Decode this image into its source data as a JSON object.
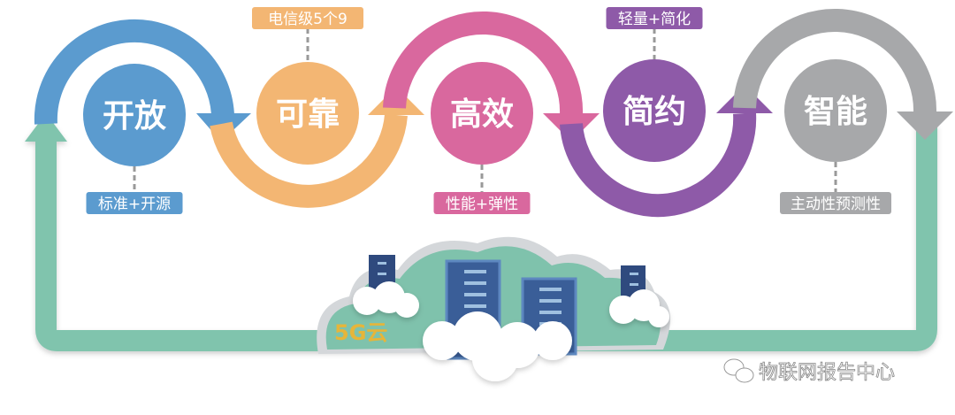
{
  "nodes": [
    {
      "title": "开放",
      "tag": "标准+开源",
      "color": "#5b9bcf",
      "tag_position": "below"
    },
    {
      "title": "可靠",
      "tag": "电信级5个9",
      "color": "#f3b673",
      "tag_position": "above"
    },
    {
      "title": "高效",
      "tag": "性能+弹性",
      "color": "#d9689e",
      "tag_position": "below"
    },
    {
      "title": "简约",
      "tag": "轻量+简化",
      "color": "#8e5aa8",
      "tag_position": "above"
    },
    {
      "title": "智能",
      "tag": "主动性预测性",
      "color": "#a7a8aa",
      "tag_position": "below"
    }
  ],
  "loop_color": "#80c4ad",
  "cloud": {
    "label": "5G云"
  },
  "watermark": {
    "text": "物联网报告中心"
  }
}
